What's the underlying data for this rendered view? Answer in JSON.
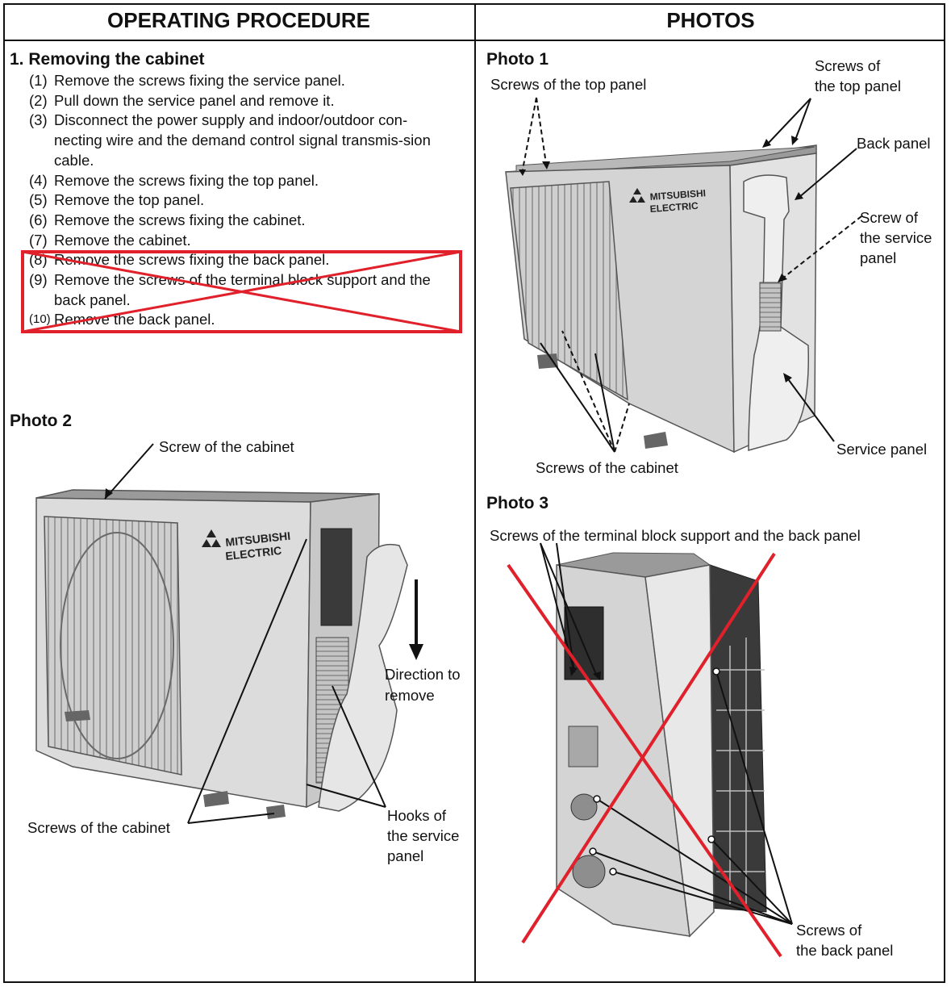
{
  "headers": {
    "left": "OPERATING PROCEDURE",
    "right": "PHOTOS"
  },
  "procedure": {
    "title": "1. Removing the cabinet",
    "steps": [
      {
        "num": "(1)",
        "text": "Remove the screws fixing the service panel."
      },
      {
        "num": "(2)",
        "text": "Pull down the service panel and remove it."
      },
      {
        "num": "(3)",
        "text": "Disconnect the power supply and indoor/outdoor con-necting wire and the demand control signal transmis-sion cable."
      },
      {
        "num": "(4)",
        "text": "Remove the screws fixing the top panel."
      },
      {
        "num": "(5)",
        "text": "Remove the top panel."
      },
      {
        "num": "(6)",
        "text": "Remove the screws fixing the cabinet."
      },
      {
        "num": "(7)",
        "text": "Remove the cabinet."
      },
      {
        "num": "(8)",
        "text": "Remove the screws fixing the back panel."
      },
      {
        "num": "(9)",
        "text": "Remove the screws of the terminal block support and the back panel."
      },
      {
        "num": "(10)",
        "text": "Remove the back panel."
      }
    ],
    "crossed_out_steps": [
      "(8)",
      "(9)",
      "(10)"
    ]
  },
  "photo1": {
    "title": "Photo 1",
    "brand_logo": "MITSUBISHI ELECTRIC",
    "labels": {
      "screws_top_left": "Screws of the top panel",
      "screws_top_right_1": "Screws of",
      "screws_top_right_2": "the top panel",
      "back_panel": "Back panel",
      "screw_service_1": "Screw of",
      "screw_service_2": "the service",
      "screw_service_3": "panel",
      "service_panel": "Service panel",
      "screws_cabinet": "Screws of the cabinet"
    }
  },
  "photo2": {
    "title": "Photo 2",
    "brand_logo": "MITSUBISHI ELECTRIC",
    "labels": {
      "screw_cabinet_top": "Screw of the cabinet",
      "direction_1": "Direction to",
      "direction_2": "remove",
      "screws_cabinet": "Screws of the cabinet",
      "hooks_1": "Hooks of",
      "hooks_2": "the service",
      "hooks_3": "panel"
    }
  },
  "photo3": {
    "title": "Photo 3",
    "crossed_out": true,
    "labels": {
      "terminal": "Screws of the terminal block support and the back panel",
      "back_panel_1": "Screws of",
      "back_panel_2": "the back panel"
    }
  },
  "colors": {
    "cross_red": "#e0202a",
    "line": "#111111",
    "unit_body": "#d6d6d6"
  }
}
